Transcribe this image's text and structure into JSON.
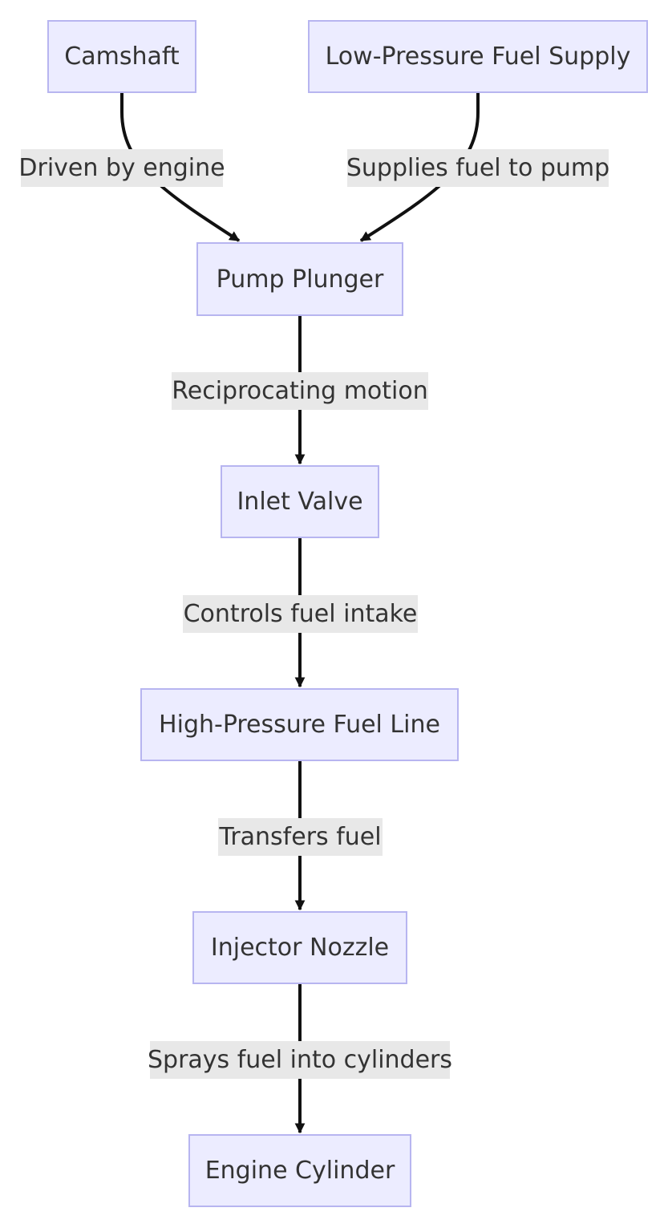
{
  "nodes": {
    "camshaft": "Camshaft",
    "low_pressure_supply": "Low-Pressure Fuel Supply",
    "pump_plunger": "Pump Plunger",
    "inlet_valve": "Inlet Valve",
    "high_pressure_line": "High-Pressure Fuel Line",
    "injector_nozzle": "Injector Nozzle",
    "engine_cylinder": "Engine Cylinder"
  },
  "edges": {
    "camshaft_to_plunger": "Driven by engine",
    "supply_to_plunger": "Supplies fuel to pump",
    "plunger_to_valve": "Reciprocating motion",
    "valve_to_line": "Controls fuel intake",
    "line_to_nozzle": "Transfers fuel",
    "nozzle_to_cylinder": "Sprays fuel into cylinders"
  },
  "colors": {
    "node_fill": "#ececff",
    "node_border": "#b7b5f0",
    "edge_line": "#111111",
    "label_background": "#e8e8e8",
    "text": "#333333"
  }
}
